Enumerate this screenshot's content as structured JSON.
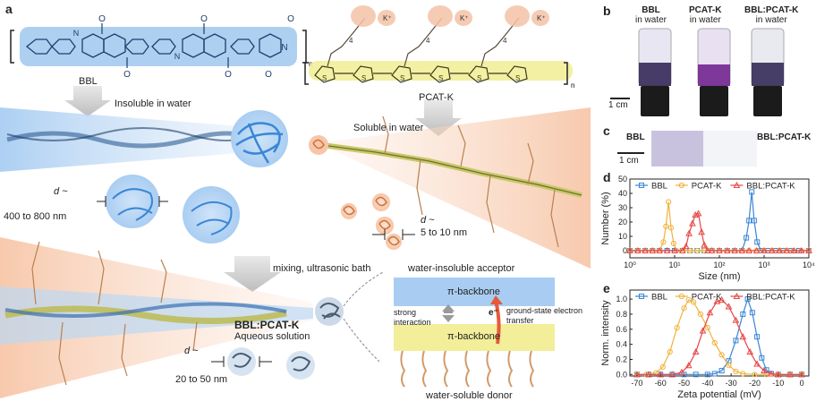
{
  "panel_a": {
    "label": "a",
    "bbl_name": "BBL",
    "insoluble_text": "Insoluble in water",
    "pcatk_name": "PCAT-K",
    "soluble_text": "Soluble in water",
    "d_symbol": "d ~",
    "bbl_size": "400 to 800 nm",
    "pcatk_size": "5 to 10 nm",
    "mixing_text": "mixing, ultrasonic bath",
    "blend_name": "BBL:PCAT-K",
    "blend_sub": "Aqueous solution",
    "blend_size": "20 to 50 nm",
    "acceptor_text": "water-insoluble acceptor",
    "backbone_top": "π-backbone",
    "backbone_bottom": "π-backbone",
    "interaction_text": "strong interaction",
    "electron": "e⁻",
    "transfer_text": "ground-state electron transfer",
    "donor_text": "water-soluble donor",
    "chem_k": "K⁺",
    "chem_n": "n",
    "chem_sub4": "4"
  },
  "panel_b": {
    "label": "b",
    "vials": [
      {
        "name": "BBL",
        "sub": "in water"
      },
      {
        "name": "PCAT-K",
        "sub": "in water"
      },
      {
        "name": "BBL:PCAT-K",
        "sub": "in water"
      }
    ],
    "scale": "1 cm"
  },
  "panel_c": {
    "label": "c",
    "left": "BBL",
    "right": "BBL:PCAT-K",
    "scale": "1 cm"
  },
  "chart_data": [
    {
      "panel": "d",
      "type": "line",
      "xlabel": "Size (nm)",
      "ylabel": "Number (%)",
      "xscale": "log",
      "xlim": [
        1,
        10000
      ],
      "ylim": [
        -5,
        50
      ],
      "xticks": [
        "10⁰",
        "10¹",
        "10²",
        "10³",
        "10⁴"
      ],
      "yticks": [
        0,
        10,
        20,
        30,
        40,
        50
      ],
      "legend": "top",
      "series": [
        {
          "name": "BBL",
          "color": "#3a86d6",
          "marker": "square",
          "points": [
            [
              1,
              0
            ],
            [
              1.5,
              0
            ],
            [
              2.2,
              0
            ],
            [
              3.2,
              0
            ],
            [
              4.6,
              0
            ],
            [
              6.8,
              0
            ],
            [
              10,
              0
            ],
            [
              15,
              0
            ],
            [
              22,
              0
            ],
            [
              32,
              0
            ],
            [
              46,
              0
            ],
            [
              68,
              0
            ],
            [
              100,
              0
            ],
            [
              150,
              0
            ],
            [
              220,
              0
            ],
            [
              320,
              0
            ],
            [
              400,
              9
            ],
            [
              460,
              21
            ],
            [
              530,
              41
            ],
            [
              600,
              21
            ],
            [
              700,
              6
            ],
            [
              850,
              0
            ],
            [
              1200,
              0
            ],
            [
              1800,
              0
            ],
            [
              2600,
              0
            ],
            [
              4000,
              0
            ],
            [
              6000,
              0
            ],
            [
              10000,
              0
            ]
          ]
        },
        {
          "name": "PCAT-K",
          "color": "#f0b23a",
          "marker": "circle",
          "points": [
            [
              1,
              0
            ],
            [
              1.5,
              0
            ],
            [
              2.2,
              0
            ],
            [
              3.2,
              0
            ],
            [
              4.6,
              0
            ],
            [
              5.6,
              6
            ],
            [
              6.4,
              17
            ],
            [
              7.3,
              34
            ],
            [
              8.3,
              16
            ],
            [
              9.5,
              5
            ],
            [
              11,
              0
            ],
            [
              15,
              0
            ],
            [
              22,
              0
            ],
            [
              32,
              0
            ],
            [
              46,
              0
            ],
            [
              68,
              0
            ],
            [
              100,
              0
            ],
            [
              150,
              0
            ],
            [
              220,
              0
            ],
            [
              320,
              0
            ],
            [
              460,
              0
            ],
            [
              680,
              0
            ],
            [
              1000,
              0
            ],
            [
              1500,
              0
            ],
            [
              2200,
              0
            ],
            [
              3200,
              0
            ],
            [
              4600,
              0
            ],
            [
              6800,
              0
            ],
            [
              10000,
              0
            ]
          ]
        },
        {
          "name": "BBL:PCAT-K",
          "color": "#e84545",
          "marker": "triangle",
          "points": [
            [
              1,
              0
            ],
            [
              1.5,
              0
            ],
            [
              2.2,
              0
            ],
            [
              3.2,
              0
            ],
            [
              4.6,
              0
            ],
            [
              6.8,
              0
            ],
            [
              10,
              0
            ],
            [
              15,
              0
            ],
            [
              18,
              3
            ],
            [
              21,
              12
            ],
            [
              25,
              19
            ],
            [
              29,
              25
            ],
            [
              34,
              26
            ],
            [
              40,
              13
            ],
            [
              46,
              4
            ],
            [
              55,
              0
            ],
            [
              68,
              0
            ],
            [
              100,
              0
            ],
            [
              150,
              0
            ],
            [
              220,
              0
            ],
            [
              320,
              0
            ],
            [
              460,
              0
            ],
            [
              680,
              0
            ],
            [
              1000,
              0
            ],
            [
              1500,
              0
            ],
            [
              2200,
              0
            ],
            [
              3200,
              0
            ],
            [
              4600,
              0
            ],
            [
              6800,
              0
            ],
            [
              10000,
              0
            ]
          ]
        }
      ]
    },
    {
      "panel": "e",
      "type": "line",
      "xlabel": "Zeta potential (mV)",
      "ylabel": "Norm. intensity",
      "xlim": [
        -73,
        3
      ],
      "ylim": [
        -0.02,
        1.12
      ],
      "xticks": [
        -70,
        -60,
        -50,
        -40,
        -30,
        -20,
        -10,
        0
      ],
      "yticks": [
        0.0,
        0.2,
        0.4,
        0.6,
        0.8,
        1.0
      ],
      "legend": "top",
      "series": [
        {
          "name": "BBL",
          "color": "#3a86d6",
          "marker": "square",
          "points": [
            [
              -70,
              0
            ],
            [
              -65,
              0
            ],
            [
              -60,
              0
            ],
            [
              -55,
              0
            ],
            [
              -50,
              0
            ],
            [
              -45,
              0
            ],
            [
              -40,
              0
            ],
            [
              -37,
              0.01
            ],
            [
              -34,
              0.05
            ],
            [
              -31,
              0.18
            ],
            [
              -28,
              0.45
            ],
            [
              -25,
              0.8
            ],
            [
              -23,
              1.0
            ],
            [
              -21,
              0.82
            ],
            [
              -19,
              0.5
            ],
            [
              -17,
              0.22
            ],
            [
              -15,
              0.06
            ],
            [
              -13,
              0.01
            ],
            [
              -10,
              0
            ],
            [
              -5,
              0
            ],
            [
              0,
              0
            ]
          ]
        },
        {
          "name": "PCAT-K",
          "color": "#f0b23a",
          "marker": "circle",
          "points": [
            [
              -70,
              0
            ],
            [
              -66,
              0
            ],
            [
              -62,
              0.02
            ],
            [
              -59,
              0.1
            ],
            [
              -56,
              0.3
            ],
            [
              -53,
              0.62
            ],
            [
              -50,
              0.88
            ],
            [
              -48,
              0.99
            ],
            [
              -46,
              0.96
            ],
            [
              -43,
              0.8
            ],
            [
              -40,
              0.62
            ],
            [
              -37,
              0.42
            ],
            [
              -34,
              0.26
            ],
            [
              -31,
              0.12
            ],
            [
              -28,
              0.04
            ],
            [
              -25,
              0.01
            ],
            [
              -20,
              0
            ],
            [
              -15,
              0
            ],
            [
              -10,
              0
            ],
            [
              -5,
              0
            ],
            [
              0,
              0
            ]
          ]
        },
        {
          "name": "BBL:PCAT-K",
          "color": "#e84545",
          "marker": "triangle",
          "points": [
            [
              -70,
              0
            ],
            [
              -65,
              0
            ],
            [
              -60,
              0
            ],
            [
              -55,
              0
            ],
            [
              -51,
              0.03
            ],
            [
              -48,
              0.12
            ],
            [
              -45,
              0.3
            ],
            [
              -42,
              0.58
            ],
            [
              -39,
              0.82
            ],
            [
              -36,
              0.97
            ],
            [
              -34,
              0.99
            ],
            [
              -31,
              0.9
            ],
            [
              -28,
              0.72
            ],
            [
              -25,
              0.5
            ],
            [
              -22,
              0.3
            ],
            [
              -19,
              0.14
            ],
            [
              -16,
              0.05
            ],
            [
              -13,
              0.01
            ],
            [
              -10,
              0
            ],
            [
              -5,
              0
            ],
            [
              0,
              0
            ]
          ]
        }
      ]
    }
  ],
  "colors": {
    "bbl": "#3a86d6",
    "pcatk": "#f0b23a",
    "blend": "#e84545",
    "bbl_fill": "#9fc8ef",
    "pcatk_fill": "#f2ee9a",
    "orange_fill": "#f5b89a"
  },
  "panel_d_label": "d",
  "panel_e_label": "e"
}
